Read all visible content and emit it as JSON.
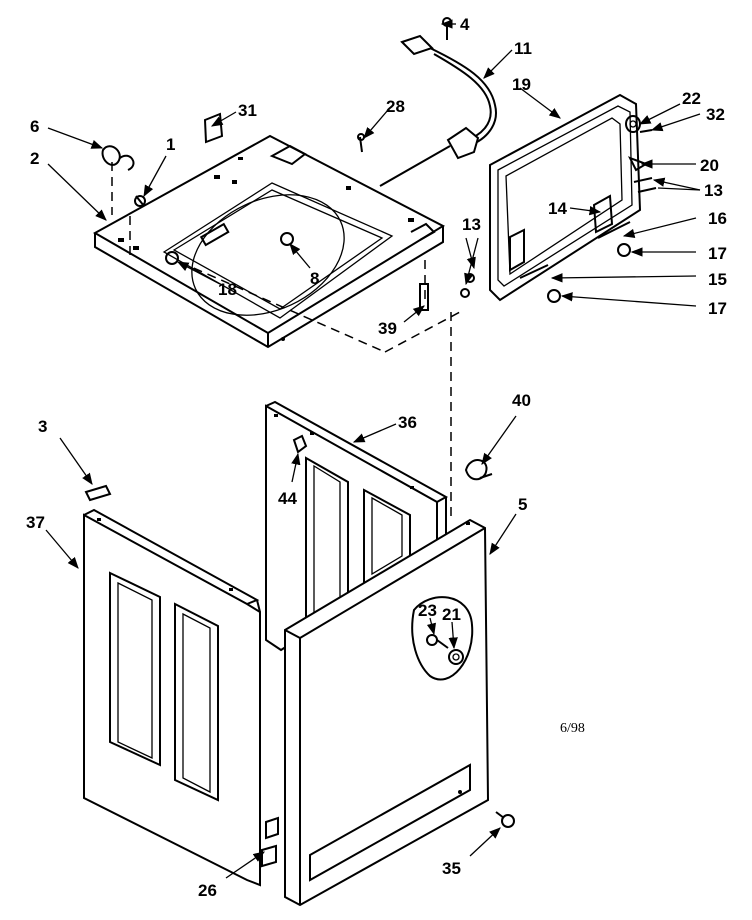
{
  "date_code": "6/98",
  "callouts": {
    "c1": "1",
    "c2": "2",
    "c3": "3",
    "c4": "4",
    "c5": "5",
    "c6": "6",
    "c8": "8",
    "c11": "11",
    "c13a": "13",
    "c13b": "13",
    "c14": "14",
    "c15": "15",
    "c16": "16",
    "c17a": "17",
    "c17b": "17",
    "c18": "18",
    "c19": "19",
    "c20": "20",
    "c21": "21",
    "c22": "22",
    "c23": "23",
    "c26": "26",
    "c28": "28",
    "c31": "31",
    "c32": "32",
    "c35": "35",
    "c36": "36",
    "c37": "37",
    "c39": "39",
    "c40": "40",
    "c44": "44"
  }
}
